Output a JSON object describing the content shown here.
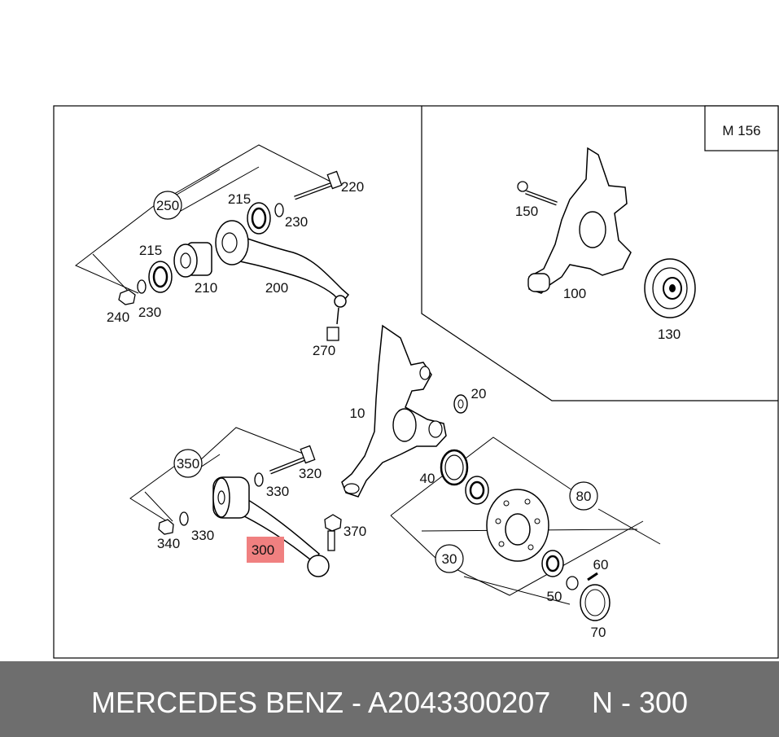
{
  "model": "M 156",
  "highlight_color": "#f08080",
  "parts": [
    "250",
    "215",
    "220",
    "230",
    "200",
    "210",
    "240",
    "230",
    "215",
    "270",
    "150",
    "100",
    "130",
    "20",
    "10",
    "350",
    "320",
    "330",
    "340",
    "330",
    "40",
    "80",
    "300",
    "370",
    "30",
    "60",
    "50",
    "70"
  ],
  "footer": {
    "brand_part": "MERCEDES BENZ - A2043300207",
    "ref": "N - 300"
  }
}
